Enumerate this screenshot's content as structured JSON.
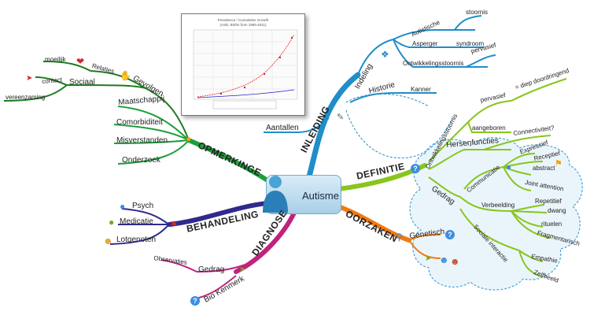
{
  "central": {
    "label": "Autisme"
  },
  "colors": {
    "inleiding": "#1f8ec9",
    "definitie": "#88c61c",
    "oorzaken": "#ef7a12",
    "diagnose": "#c0237e",
    "behandeling": "#2f2a8c",
    "opmerkingen": "#1e9f3b",
    "gevolgen": "#1f7a1f",
    "cloud": "#eaf5fb"
  },
  "branches": {
    "inleiding": "INLEIDING",
    "definitie": "DEFINITIE",
    "oorzaken": "OORZAKEN",
    "diagnose": "DIAGNOSE",
    "behandeling": "BEHANDELING",
    "opmerkingen": "OPMERKINGE",
    "gevolgen": "Gevolgen"
  },
  "inleiding": {
    "indeling": "Indeling",
    "autistische": "Autistische",
    "stoornis": "stoornis",
    "asperger": "Asperger",
    "syndroom": "syndroom",
    "ontwikkelingsstoornis": "Ontwikkelingsstoornis",
    "pervasief": "pervasief",
    "historie": "Historie",
    "kanner": "Kanner",
    "aantallen": "Aantallen"
  },
  "definitie": {
    "ontwikkelingsstoornis": "Ontwikkelingsstoornis",
    "pervasief": "pervasief",
    "diep_doordringend": "= diep doordringend",
    "aangeboren": "aangeboren",
    "hersenfuncties": "Hersenfuncties",
    "connectiviteit": "Connectiviteit?",
    "gedrag": "Gedrag",
    "communicatie": "Communicatie",
    "expressief": "Expressief",
    "receptief": "Receptief",
    "abstract": "abstract",
    "joint_attention": "Joint attention",
    "verbeelding": "Verbeelding",
    "repetitief": "Repetitief",
    "dwang": "dwang",
    "rituelen": "rituelen",
    "fragmentarisch": "Fragmentarisch",
    "sociale_interactie": "Sociale interactie",
    "empathie": "Empathie",
    "zelfbeeld": "Zelfbeeld"
  },
  "oorzaken": {
    "genetisch": "Genetisch"
  },
  "diagnose": {
    "gedrag": "Gedrag",
    "observaties": "Observaties",
    "bio_kenmerk": "Bio Kenmerk"
  },
  "behandeling": {
    "psych": "Psych",
    "medicatie": "Medicatie",
    "lotgenoten": "Lotgenoten"
  },
  "opmerkingen": {
    "maatschappij": "Maatschappij",
    "comorbiditeit": "Comorbiditeit",
    "misverstanden": "Misverstanden",
    "onderzoek": "Onderzoek"
  },
  "gevolgen": {
    "relaties": "Relaties",
    "moeilijk": "moeilijk",
    "sociaal": "Sociaal",
    "contact": "contact",
    "vereenzaming": "vereenzaming"
  },
  "chart_thumb": {
    "title": "Prevalence / Cumulative Growth",
    "subtitle": "(ASD, Births from 1995-2011)"
  },
  "icons": {
    "heart": "heart-icon",
    "thumbs": "thumbs-icon",
    "puzzle": "puzzle-icon",
    "note": "note-icon",
    "question": "question-icon",
    "bulb": "bulb-icon",
    "speech": "speech-bubble-icon",
    "flag": "flag-icon",
    "pill": "pill-icon",
    "magnifier": "magnifier-icon",
    "people": "people-icon"
  }
}
